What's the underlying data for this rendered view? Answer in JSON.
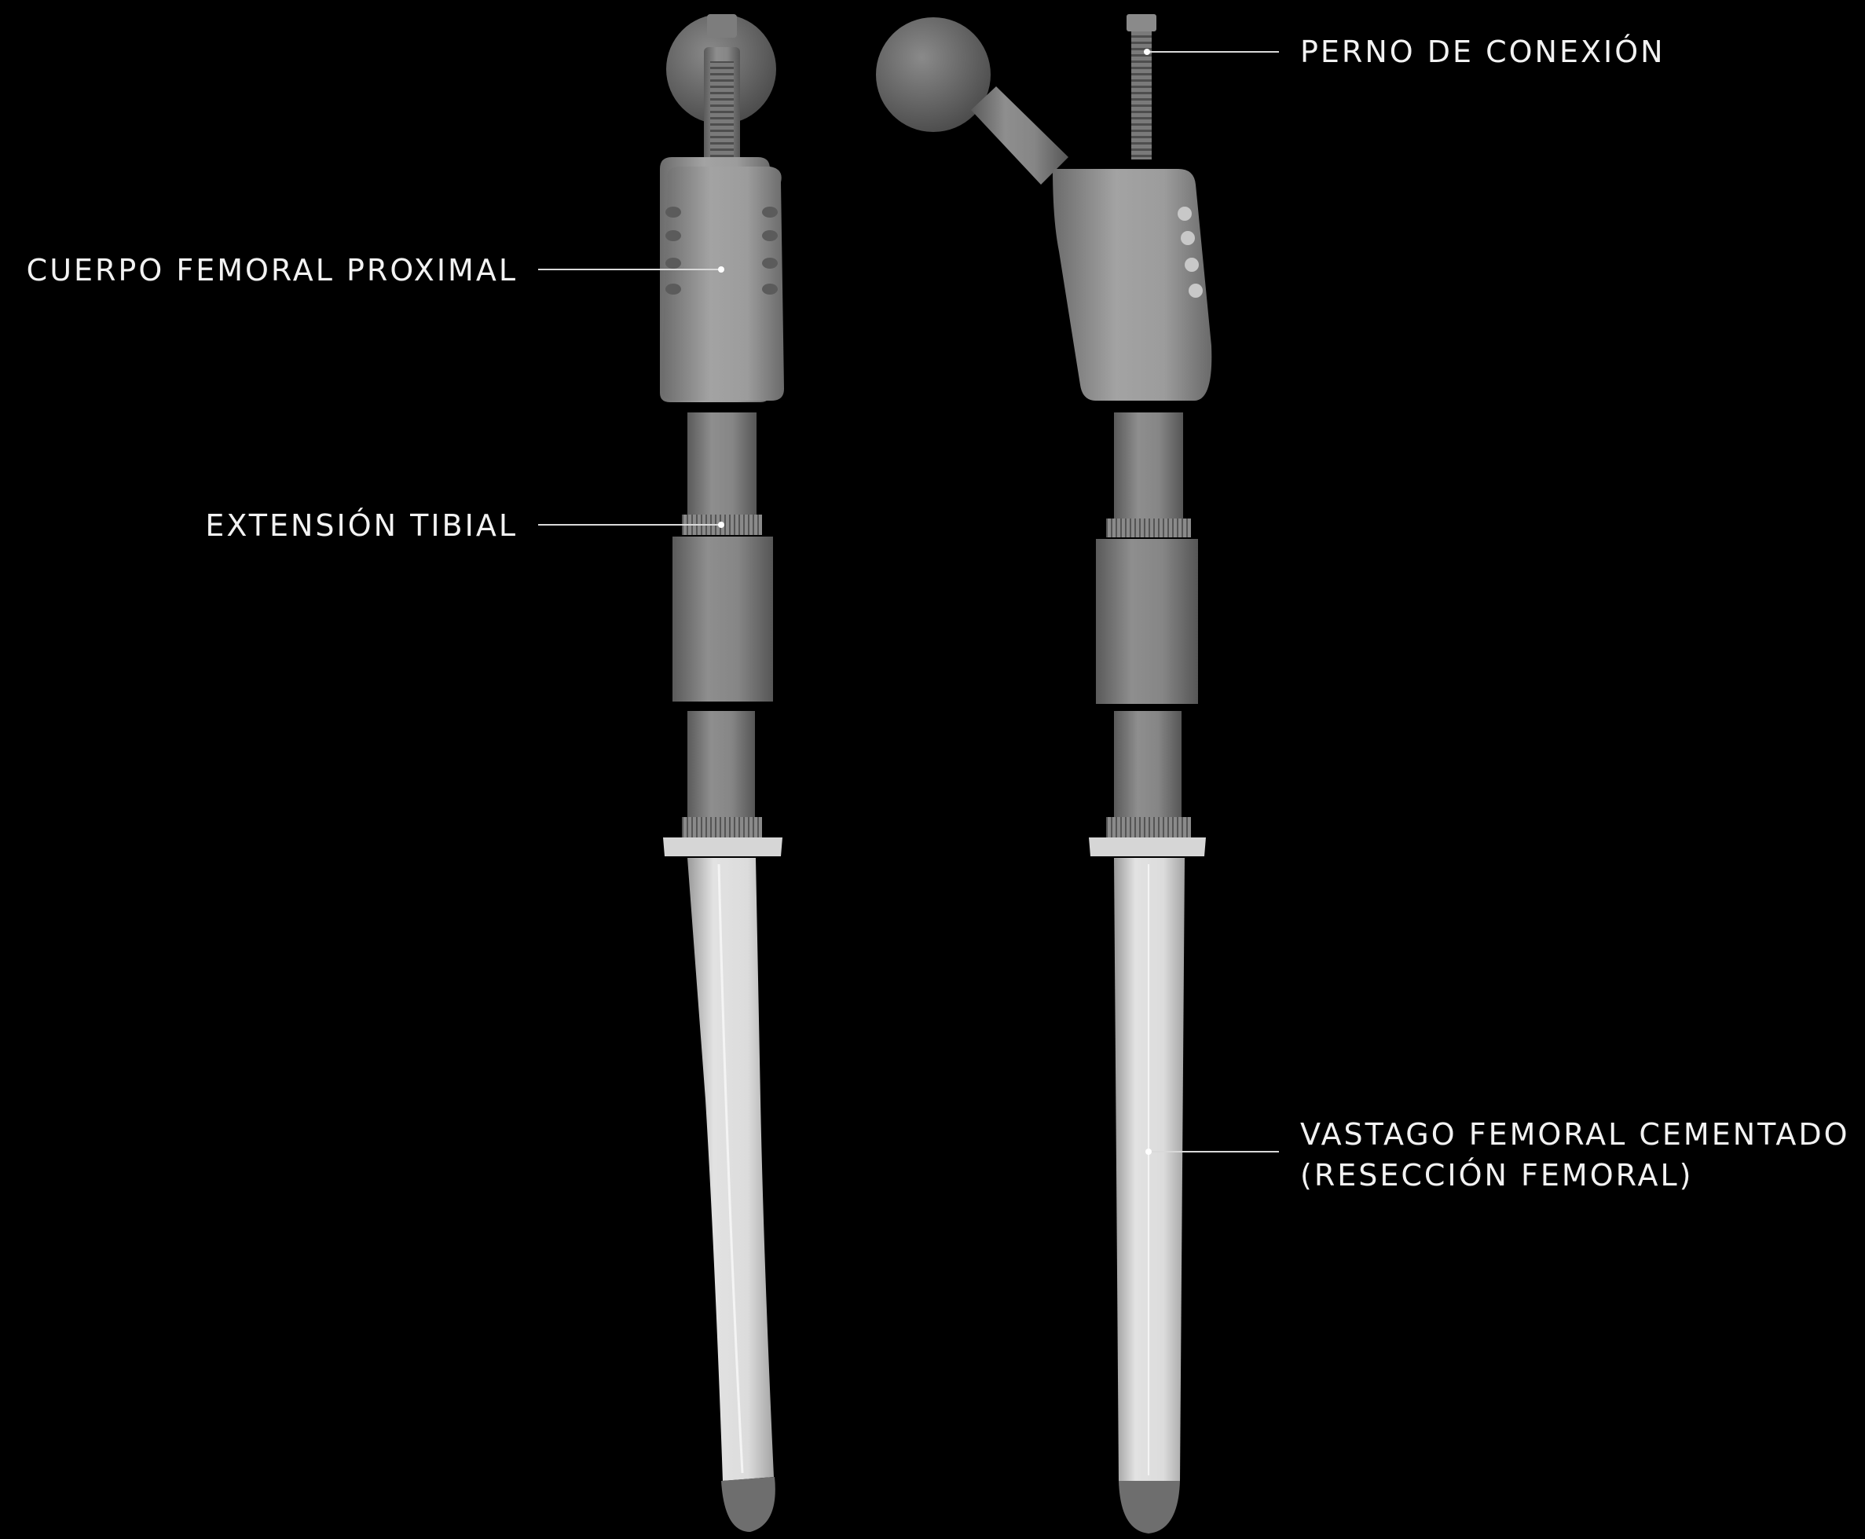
{
  "labels": {
    "connection_bolt": "PERNO DE CONEXIÓN",
    "proximal_body": "CUERPO FEMORAL PROXIMAL",
    "tibial_extension": "EXTENSIÓN TIBIAL",
    "stem_line1": "VASTAGO FEMORAL CEMENTADO",
    "stem_line2": "(RESECCIÓN FEMORAL)"
  },
  "colors": {
    "background": "#000000",
    "label_text": "#f2f2f2",
    "leader_line": "#d9d9d9",
    "metal_dark": "#6e6e6e",
    "metal_mid": "#8a8a8a",
    "metal_light": "#d8d8d8"
  }
}
